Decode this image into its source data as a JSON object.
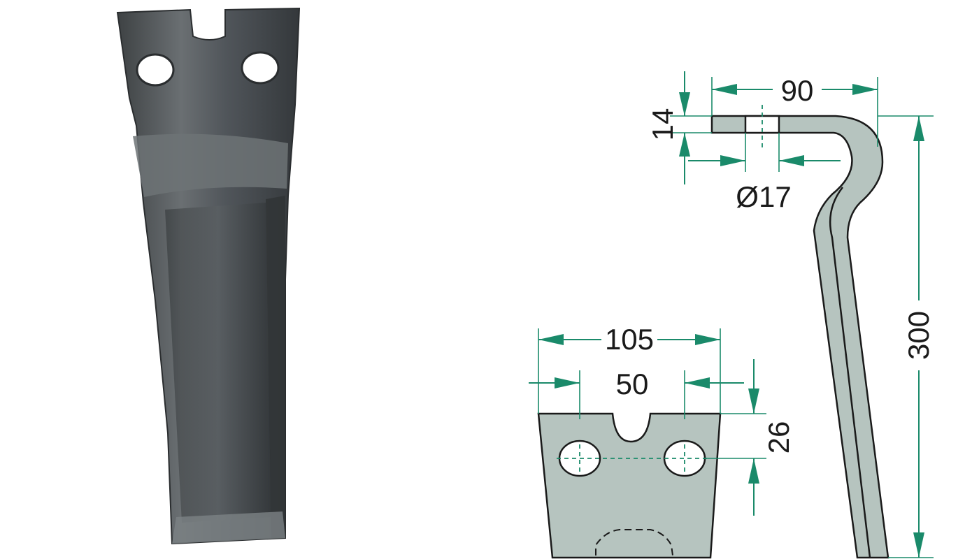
{
  "dimensions": {
    "width_top": "90",
    "thickness": "14",
    "hole_diameter": "Ø17",
    "height": "300",
    "width_bottom": "105",
    "hole_spacing": "50",
    "hole_offset": "26"
  },
  "colors": {
    "dimension_lines": "#1a8a6a",
    "part_fill": "#b6c4bf",
    "outline": "#1a1a1a",
    "photo_metal": "#5a5e60"
  }
}
